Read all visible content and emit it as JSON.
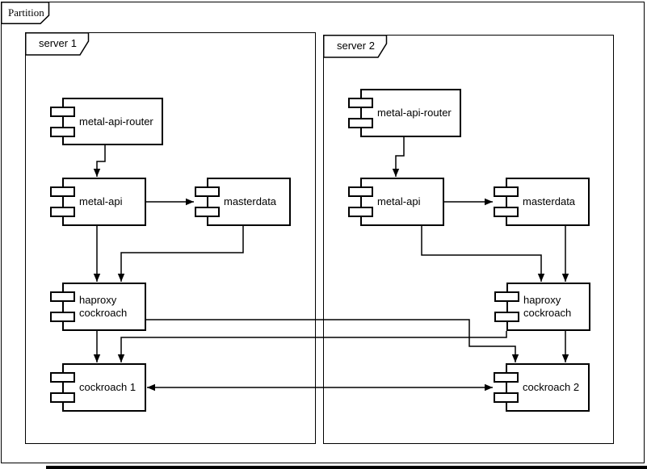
{
  "diagram_type": "uml-component-diagram",
  "frames": {
    "partition": {
      "label": "Partition"
    },
    "server1": {
      "label": "server 1"
    },
    "server2": {
      "label": "server 2"
    }
  },
  "components": {
    "s1_metal_api_router": {
      "label": "metal-api-router"
    },
    "s1_metal_api": {
      "label": "metal-api"
    },
    "s1_masterdata": {
      "label": "masterdata"
    },
    "s1_haproxy_cockroach": {
      "label": "haproxy\ncockroach"
    },
    "s1_cockroach_1": {
      "label": "cockroach 1"
    },
    "s2_metal_api_router": {
      "label": "metal-api-router"
    },
    "s2_metal_api": {
      "label": "metal-api"
    },
    "s2_masterdata": {
      "label": "masterdata"
    },
    "s2_haproxy_cockroach": {
      "label": "haproxy\ncockroach"
    },
    "s2_cockroach_2": {
      "label": "cockroach 2"
    }
  },
  "connections": [
    {
      "from": "server 1 / metal-api-router",
      "to": "server 1 / metal-api",
      "arrow": "single"
    },
    {
      "from": "server 1 / metal-api",
      "to": "server 1 / masterdata",
      "arrow": "single"
    },
    {
      "from": "server 1 / metal-api",
      "to": "server 1 / haproxy cockroach",
      "arrow": "single"
    },
    {
      "from": "server 1 / masterdata",
      "to": "server 1 / haproxy cockroach",
      "arrow": "single"
    },
    {
      "from": "server 1 / haproxy cockroach",
      "to": "server 1 / cockroach 1",
      "arrow": "single"
    },
    {
      "from": "server 1 / haproxy cockroach",
      "to": "server 2 / cockroach 2",
      "arrow": "single"
    },
    {
      "from": "server 2 / metal-api-router",
      "to": "server 2 / metal-api",
      "arrow": "single"
    },
    {
      "from": "server 2 / metal-api",
      "to": "server 2 / masterdata",
      "arrow": "single"
    },
    {
      "from": "server 2 / metal-api",
      "to": "server 2 / haproxy cockroach",
      "arrow": "single"
    },
    {
      "from": "server 2 / masterdata",
      "to": "server 2 / haproxy cockroach",
      "arrow": "single"
    },
    {
      "from": "server 2 / haproxy cockroach",
      "to": "server 2 / cockroach 2",
      "arrow": "single"
    },
    {
      "from": "server 2 / haproxy cockroach",
      "to": "server 1 / cockroach 1",
      "arrow": "single"
    },
    {
      "from": "server 1 / cockroach 1",
      "to": "server 2 / cockroach 2",
      "arrow": "double"
    }
  ],
  "colors": {
    "stroke": "#000000",
    "fill": "#ffffff"
  }
}
